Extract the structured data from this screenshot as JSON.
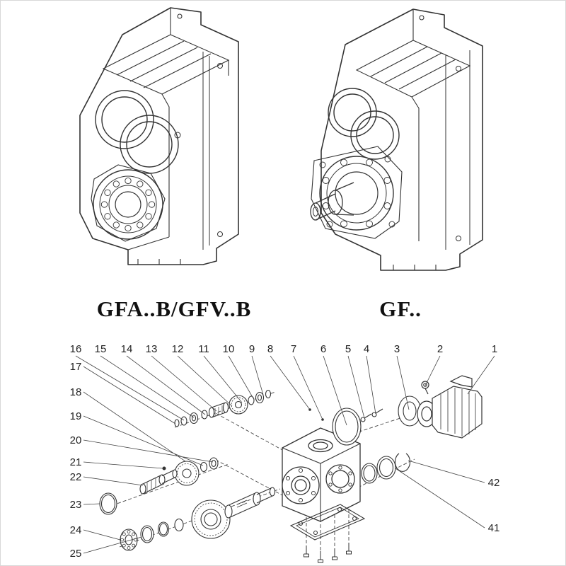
{
  "models": {
    "left_label": "GFA..B/GFV..B",
    "right_label": "GF.."
  },
  "callouts": {
    "top_row": [
      "16",
      "15",
      "14",
      "13",
      "12",
      "11",
      "10",
      "9",
      "8",
      "7",
      "6",
      "5",
      "4",
      "3",
      "2",
      "1"
    ],
    "left_column": [
      "17",
      "18",
      "19",
      "20",
      "21",
      "22",
      "23",
      "24",
      "25"
    ],
    "right_column": [
      "42",
      "41"
    ]
  },
  "colors": {
    "line": "#333333",
    "leader": "#444444",
    "background": "#ffffff"
  }
}
